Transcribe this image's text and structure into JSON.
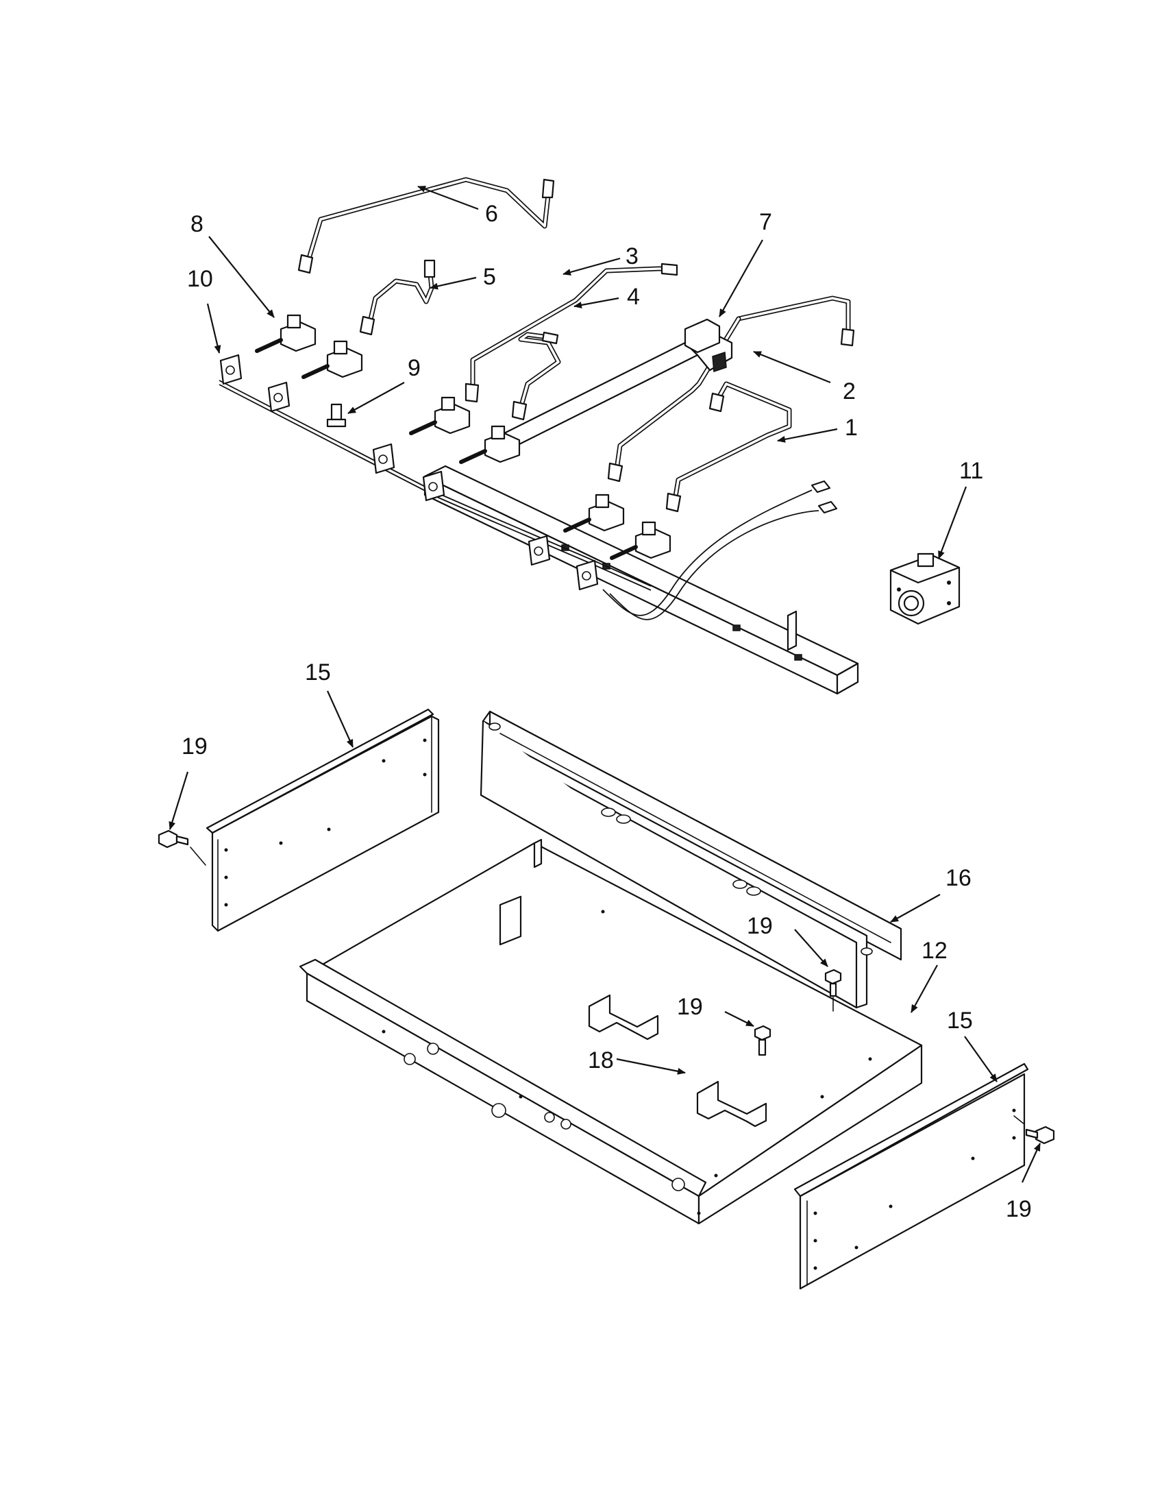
{
  "callouts": [
    {
      "id": "c1",
      "label": "1"
    },
    {
      "id": "c2",
      "label": "2"
    },
    {
      "id": "c3",
      "label": "3"
    },
    {
      "id": "c4",
      "label": "4"
    },
    {
      "id": "c5",
      "label": "5"
    },
    {
      "id": "c6",
      "label": "6"
    },
    {
      "id": "c7",
      "label": "7"
    },
    {
      "id": "c8",
      "label": "8"
    },
    {
      "id": "c9",
      "label": "9"
    },
    {
      "id": "c10",
      "label": "10"
    },
    {
      "id": "c11",
      "label": "11"
    },
    {
      "id": "c12",
      "label": "12"
    },
    {
      "id": "c15a",
      "label": "15"
    },
    {
      "id": "c15b",
      "label": "15"
    },
    {
      "id": "c16",
      "label": "16"
    },
    {
      "id": "c18",
      "label": "18"
    },
    {
      "id": "c19a",
      "label": "19"
    },
    {
      "id": "c19b",
      "label": "19"
    },
    {
      "id": "c19c",
      "label": "19"
    },
    {
      "id": "c19d",
      "label": "19"
    }
  ],
  "colors": {
    "line": "#111111",
    "paper": "#ffffff"
  }
}
